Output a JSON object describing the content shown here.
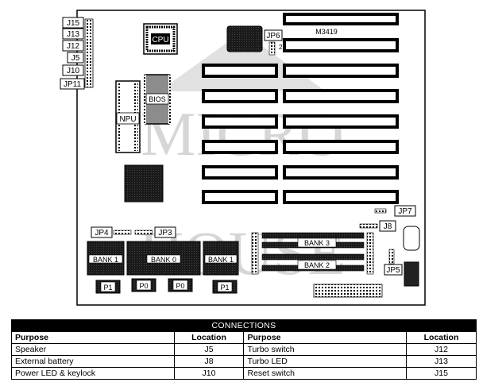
{
  "board": {
    "model": "M3419",
    "watermark": [
      "MICRO",
      "HOUSE"
    ],
    "chip_labels": {
      "cpu": "CPU",
      "bios": "BIOS",
      "npu": "NPU"
    },
    "jumper_labels": {
      "j15": "J15",
      "j13": "J13",
      "j12": "J12",
      "j5": "J5",
      "j10": "J10",
      "jp11": "JP11",
      "jp6": "JP6",
      "jp6_pin": "2",
      "jp7": "JP7",
      "j8": "J8",
      "jp4": "JP4",
      "jp3": "JP3",
      "jp5": "JP5"
    },
    "banks": {
      "bank1_left": "BANK 1",
      "bank0": "BANK 0",
      "bank1_right": "BANK 1",
      "bank3": "BANK 3",
      "bank2": "BANK 2"
    },
    "p_labels": {
      "p1_left": "P1",
      "p0_a": "P0",
      "p0_b": "P0",
      "p1_right": "P1"
    }
  },
  "connections": {
    "title": "CONNECTIONS",
    "headers": {
      "purpose": "Purpose",
      "location": "Location"
    },
    "rows": [
      {
        "purpose_left": "Speaker",
        "location_left": "J5",
        "purpose_right": "Turbo switch",
        "location_right": "J12"
      },
      {
        "purpose_left": "External battery",
        "location_left": "J8",
        "purpose_right": "Turbo LED",
        "location_right": "J13"
      },
      {
        "purpose_left": "Power LED & keylock",
        "location_left": "J10",
        "purpose_right": "Reset switch",
        "location_right": "J15"
      }
    ]
  }
}
